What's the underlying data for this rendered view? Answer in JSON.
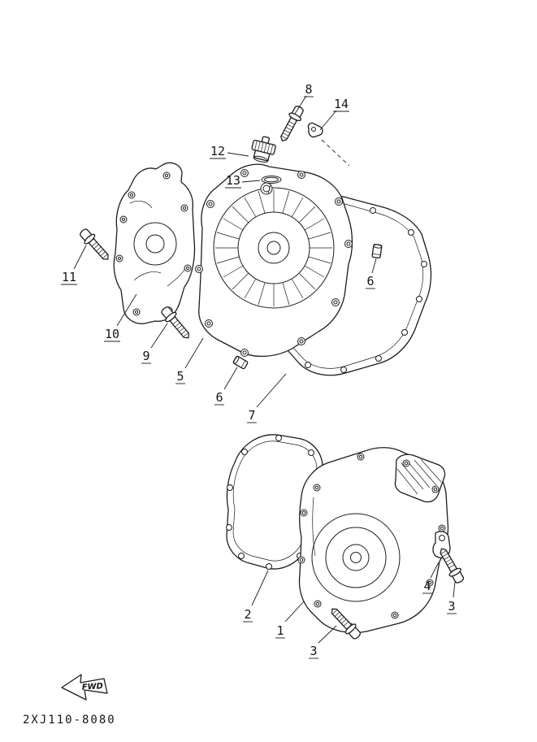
{
  "page": {
    "background": "#ffffff",
    "ink_color": "#1c1c1c"
  },
  "diagram": {
    "type": "exploded-parts-diagram",
    "depicts": "crankcase-cover-assembly",
    "part_code": "2XJ110-8080",
    "fwd_label": "FWD",
    "callouts": [
      {
        "label": "8"
      },
      {
        "label": "14"
      },
      {
        "label": "12"
      },
      {
        "label": "13"
      },
      {
        "label": "11"
      },
      {
        "label": "10"
      },
      {
        "label": "9"
      },
      {
        "label": "5"
      },
      {
        "label": "6"
      },
      {
        "label": "7"
      },
      {
        "label": "6"
      },
      {
        "label": "2"
      },
      {
        "label": "1"
      },
      {
        "label": "3"
      },
      {
        "label": "4"
      },
      {
        "label": "3"
      }
    ]
  }
}
